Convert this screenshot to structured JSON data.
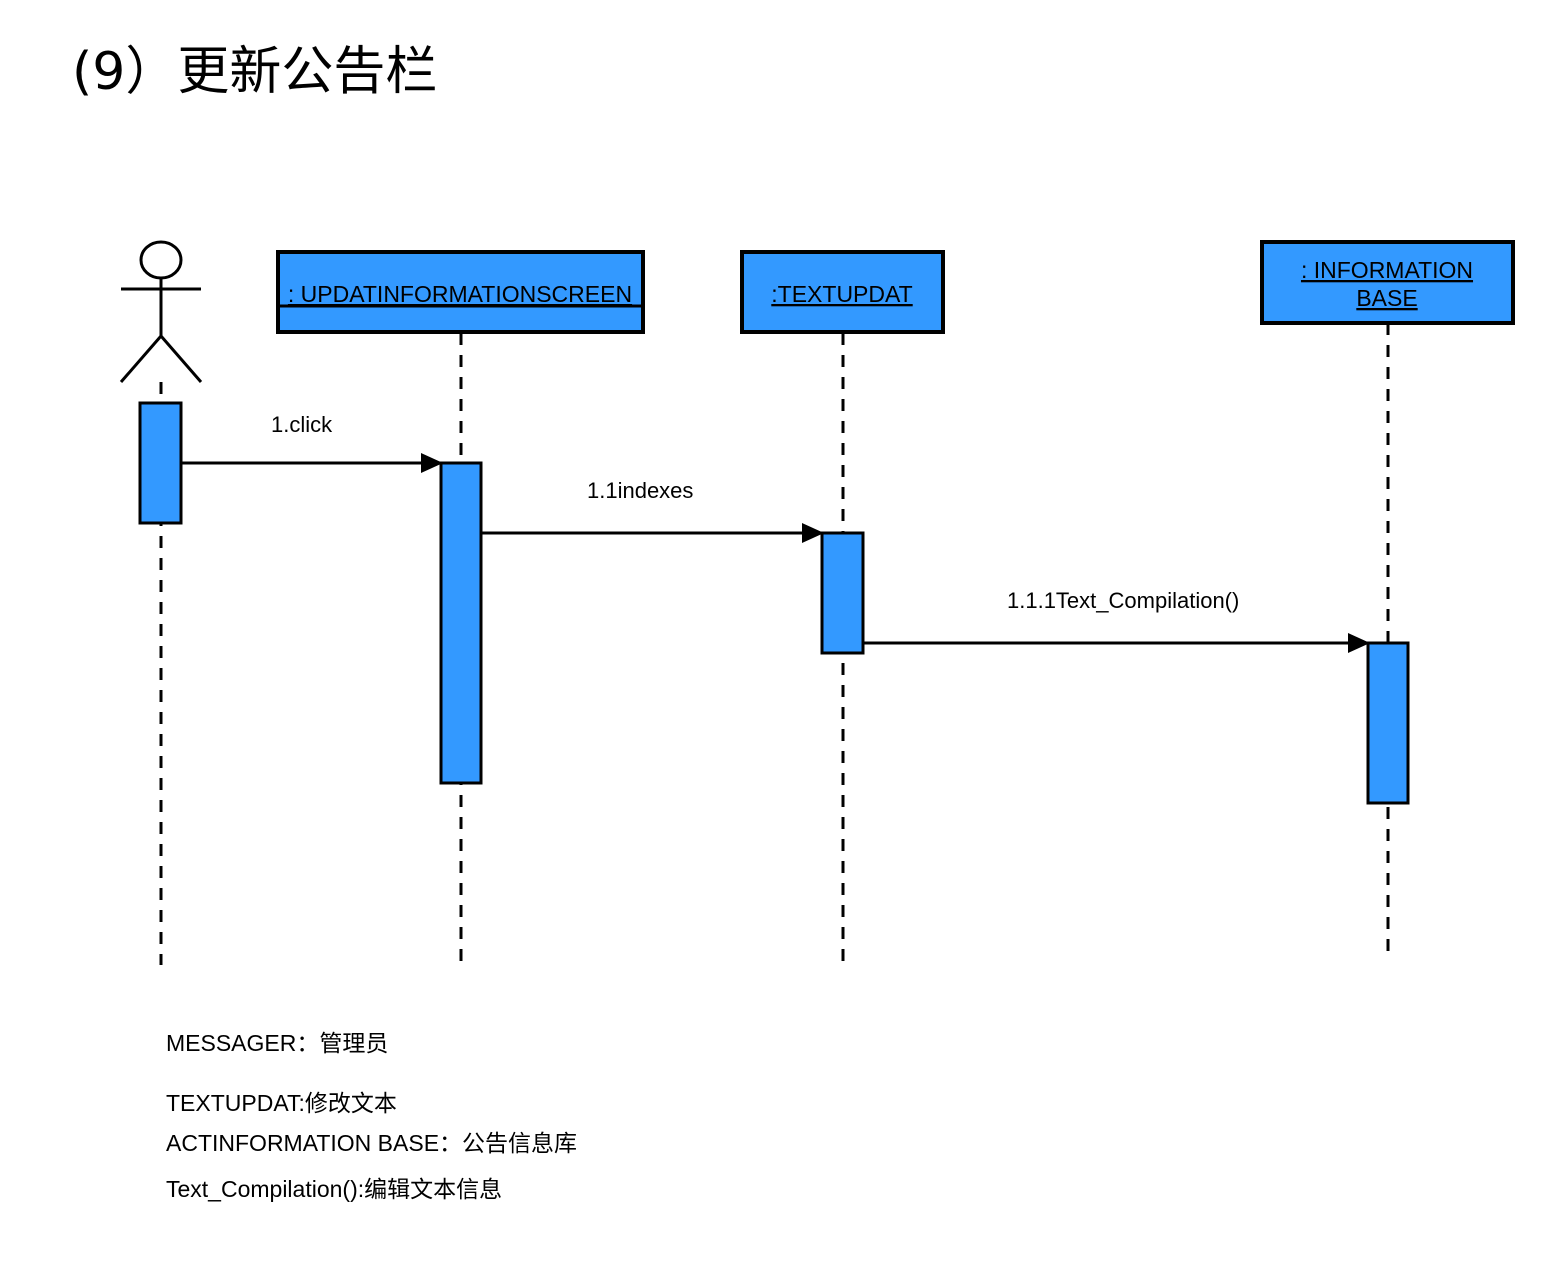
{
  "title": "(9）更新公告栏",
  "colors": {
    "fill": "#3399ff",
    "stroke": "#000000"
  },
  "diagram": {
    "type": "uml-sequence",
    "actor": {
      "icon": "stick-figure-icon"
    },
    "objects": [
      {
        "id": "screen",
        "label": ": UPDATINFORMATIONSCREEN"
      },
      {
        "id": "textupdat",
        "label": ":TEXTUPDAT"
      },
      {
        "id": "infobase",
        "label_line1": ": INFORMATION",
        "label_line2": "BASE"
      }
    ],
    "messages": [
      {
        "from": "actor",
        "to": "screen",
        "label": "1.click"
      },
      {
        "from": "screen",
        "to": "textupdat",
        "label": "1.1indexes"
      },
      {
        "from": "textupdat",
        "to": "infobase",
        "label": "1.1.1Text_Compilation()"
      }
    ]
  },
  "legend": [
    "MESSAGER：管理员",
    "TEXTUPDAT:修改文本",
    "ACTINFORMATION BASE：公告信息库",
    "Text_Compilation():编辑文本信息"
  ]
}
